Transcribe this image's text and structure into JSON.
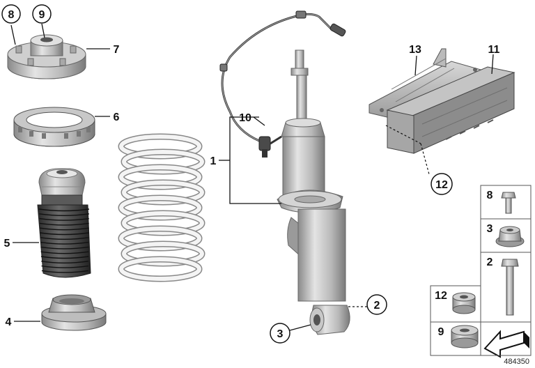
{
  "diagram": {
    "reference_number": "484350",
    "callouts": {
      "c1": "1",
      "c2": "2",
      "c3": "3",
      "c4": "4",
      "c5": "5",
      "c6": "6",
      "c7": "7",
      "c8": "8",
      "c9": "9",
      "c10": "10",
      "c11": "11",
      "c12": "12",
      "c13": "13"
    },
    "legend": {
      "b8": "8",
      "b3": "3",
      "b2": "2",
      "b12": "12",
      "b9": "9"
    }
  }
}
